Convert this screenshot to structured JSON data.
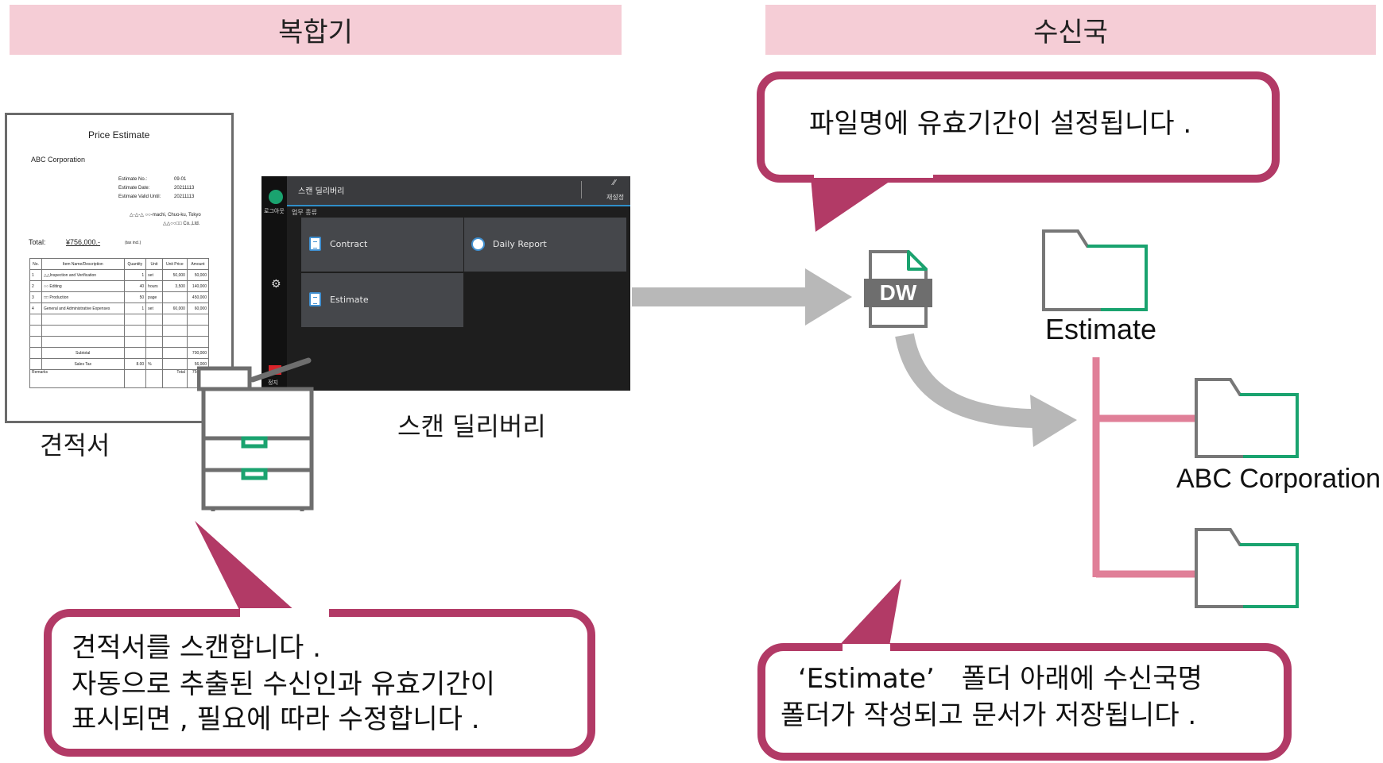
{
  "headers": {
    "mfp": "복합기",
    "receiver": "수신국"
  },
  "document": {
    "title": "Price Estimate",
    "company": "ABC Corporation",
    "meta_labels": [
      "Estimate No.:",
      "Estimate Date:",
      "Estimate Valid Until:"
    ],
    "meta_values": [
      "09-01",
      "20211113",
      "20211113"
    ],
    "address_line1": "△-△-△ ○○-machi, Chuo-ku, Tokyo",
    "address_line2": "△△○○□□ Co.,Ltd.",
    "total_label": "Total:",
    "total_value": "¥756,000.-",
    "tax_note": "(tax incl.)",
    "table_headers": [
      "No.",
      "Item Name/Description",
      "Quantity",
      "Unit",
      "Unit Price",
      "Amount"
    ],
    "rows": [
      [
        "1",
        "△△Inspection and Verification",
        "1",
        "set",
        "50,000",
        "50,000"
      ],
      [
        "2",
        "○○ Editing",
        "40",
        "hours",
        "3,500",
        "140,000"
      ],
      [
        "3",
        "□□ Production",
        "50",
        "page",
        "",
        "450,000"
      ],
      [
        "4",
        "General and Administrative Expenses",
        "1",
        "set",
        "60,000",
        "60,000"
      ]
    ],
    "subtotal_label": "Subtotal",
    "subtotal_value": "700,000",
    "salestax_label": "Sales Tax",
    "salestax_rate": "8.00",
    "salestax_unit": "%",
    "salestax_value": "56,000",
    "remarks_label": "Remarks",
    "total_row_label": "Total",
    "total_row_value": "756,000"
  },
  "document_label": "견적서",
  "panel": {
    "title": "스캔 딜리버리",
    "reset_label": "재설정",
    "logout_label": "로그아웃",
    "section_label": "업무 종류",
    "stop_label": "정지",
    "tiles": [
      "Contract",
      "Daily Report",
      "Estimate"
    ]
  },
  "panel_caption": "스캔 딜리버리",
  "file_badge": "DW",
  "folders": {
    "estimate": "Estimate",
    "abc": "ABC Corporation"
  },
  "callouts": {
    "top_right": "파일명에 유효기간이 설정됩니다 .",
    "bottom_left": [
      "견적서를 스캔합니다 .",
      "자동으로 추출된 수신인과 유효기간이",
      "표시되면 , 필요에 따라 수정합니다 ."
    ],
    "bottom_right": [
      "‘Estimate’　폴더 아래에 수신국명",
      "폴더가 작성되고 문서가 저장됩니다 ."
    ]
  },
  "colors": {
    "header_bg": "#f5cdd6",
    "callout_border": "#b23a66",
    "tree_line": "#e07f98",
    "folder_accent": "#1aa36f",
    "arrow_gray": "#b8b8b8"
  }
}
